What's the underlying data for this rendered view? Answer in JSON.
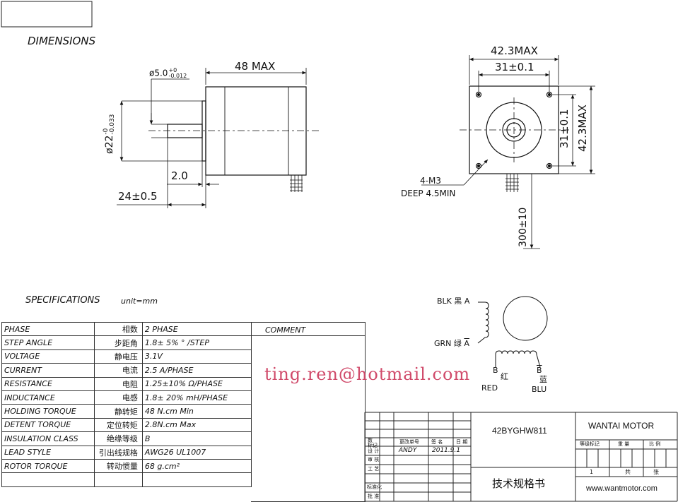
{
  "headings": {
    "dimensions": "DIMENSIONS",
    "specifications": "SPECIFICATIONS",
    "unit": "unit=mm"
  },
  "side_view": {
    "shaft_dia": "ø5.0",
    "shaft_tol_upper": "+0",
    "shaft_tol_lower": "-0.012",
    "length": "48 MAX",
    "boss_dia": "ø22",
    "boss_tol_upper": "-0",
    "boss_tol_lower": "-0.033",
    "boss_height": "2.0",
    "shaft_length": "24±0.5"
  },
  "front_view": {
    "width_total": "42.3MAX",
    "hole_spacing_x": "31±0.1",
    "hole_spacing_y": "31±0.1",
    "height_total": "42.3MAX",
    "mount_label": "4-M3",
    "mount_depth": "DEEP 4.5MIN",
    "lead_length": "300±10"
  },
  "wiring": {
    "blk": "BLK 黑 A",
    "grn": "GRN 绿",
    "grn_phase": "A",
    "b_label": "B",
    "b_red_cn": "红",
    "b_red": "RED",
    "b_bar_label": "B",
    "b_blu_cn": "蓝",
    "b_blu": "BLU"
  },
  "watermark": "ting.ren@hotmail.com",
  "specs": {
    "comment_header": "COMMENT",
    "rows": [
      {
        "en": "PHASE",
        "cn": "相数",
        "value": "2  PHASE"
      },
      {
        "en": "STEP ANGLE",
        "cn": "步距角",
        "value": "1.8± 5% ° /STEP"
      },
      {
        "en": "VOLTAGE",
        "cn": "静电压",
        "value": "3.1V"
      },
      {
        "en": "CURRENT",
        "cn": "电流",
        "value": "2.5 A/PHASE"
      },
      {
        "en": "RESISTANCE",
        "cn": "电阻",
        "value": "1.25±10%  Ω/PHASE"
      },
      {
        "en": "INDUCTANCE",
        "cn": "电感",
        "value": "1.8± 20% mH/PHASE"
      },
      {
        "en": "HOLDING TORQUE",
        "cn": "静转矩",
        "value": "48  N.cm Min"
      },
      {
        "en": "DETENT TORQUE",
        "cn": "定位转矩",
        "value": "2.8N.cm Max"
      },
      {
        "en": "INSULATION CLASS",
        "cn": "绝缘等级",
        "value": "B"
      },
      {
        "en": "LEAD STYLE",
        "cn": "引出线规格",
        "value": "AWG26  UL1007"
      },
      {
        "en": "ROTOR TORQUE",
        "cn": "转动惯量",
        "value": "68 g.cm²"
      },
      {
        "en": "",
        "cn": "",
        "value": ""
      }
    ]
  },
  "title_block": {
    "model": "42BYGHW811",
    "company": "WANTAI MOTOR",
    "doc_title": "技术规格书",
    "website": "www.wantmotor.com",
    "grade_mark": "等级标记",
    "weight": "重 量",
    "ratio": "比 例",
    "sheet_num": "1",
    "total": "共",
    "sheet": "张",
    "col_mark": "标记",
    "col_change": "更改单号",
    "col_sign": "签 名",
    "col_date": "日 期",
    "design": "设 计",
    "designer": "ANDY",
    "design_date": "2011.9.1",
    "review": "审 核",
    "process": "工 艺",
    "standard": "标准化",
    "approve": "批 准",
    "count": "数"
  }
}
